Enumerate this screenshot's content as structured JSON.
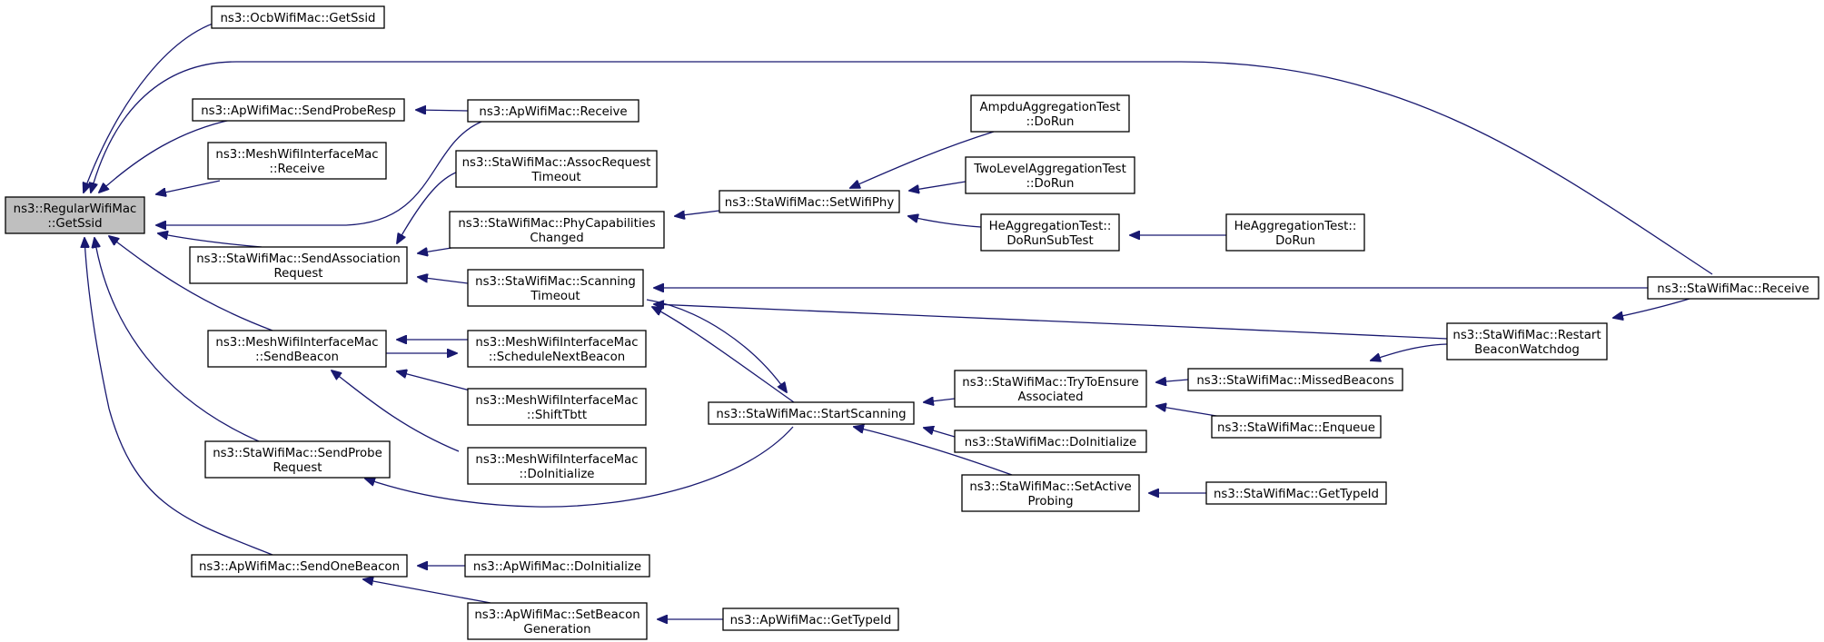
{
  "diagram": {
    "edge_color": "#191970",
    "root_fill": "#bfbfbf",
    "nodes": [
      {
        "id": "n_root",
        "lines": [
          "ns3::RegularWifiMac",
          "::GetSsid"
        ],
        "root": true
      },
      {
        "id": "n_ocb_getssid",
        "lines": [
          "ns3::OcbWifiMac::GetSsid"
        ]
      },
      {
        "id": "n_ap_sendproberesp",
        "lines": [
          "ns3::ApWifiMac::SendProbeResp"
        ]
      },
      {
        "id": "n_ap_receive",
        "lines": [
          "ns3::ApWifiMac::Receive"
        ]
      },
      {
        "id": "n_mesh_receive",
        "lines": [
          "ns3::MeshWifiInterfaceMac",
          "::Receive"
        ]
      },
      {
        "id": "n_sta_assocreqtimeout",
        "lines": [
          "ns3::StaWifiMac::AssocRequest",
          "Timeout"
        ]
      },
      {
        "id": "n_sta_phycapchanged",
        "lines": [
          "ns3::StaWifiMac::PhyCapabilities",
          "Changed"
        ]
      },
      {
        "id": "n_sta_sendassocreq",
        "lines": [
          "ns3::StaWifiMac::SendAssociation",
          "Request"
        ]
      },
      {
        "id": "n_sta_scanningtimeout",
        "lines": [
          "ns3::StaWifiMac::Scanning",
          "Timeout"
        ]
      },
      {
        "id": "n_sta_setwifiphy",
        "lines": [
          "ns3::StaWifiMac::SetWifiPhy"
        ]
      },
      {
        "id": "n_ampdu_dorun",
        "lines": [
          "AmpduAggregationTest",
          "::DoRun"
        ]
      },
      {
        "id": "n_twolevel_dorun",
        "lines": [
          "TwoLevelAggregationTest",
          "::DoRun"
        ]
      },
      {
        "id": "n_he_dorunsubtest",
        "lines": [
          "HeAggregationTest::",
          "DoRunSubTest"
        ]
      },
      {
        "id": "n_he_dorun",
        "lines": [
          "HeAggregationTest::",
          "DoRun"
        ]
      },
      {
        "id": "n_sta_receive",
        "lines": [
          "ns3::StaWifiMac::Receive"
        ]
      },
      {
        "id": "n_sta_restartbeaconwatchdog",
        "lines": [
          "ns3::StaWifiMac::Restart",
          "BeaconWatchdog"
        ]
      },
      {
        "id": "n_mesh_sendbeacon",
        "lines": [
          "ns3::MeshWifiInterfaceMac",
          "::SendBeacon"
        ]
      },
      {
        "id": "n_mesh_schedulenextbeacon",
        "lines": [
          "ns3::MeshWifiInterfaceMac",
          "::ScheduleNextBeacon"
        ]
      },
      {
        "id": "n_mesh_shifttbtt",
        "lines": [
          "ns3::MeshWifiInterfaceMac",
          "::ShiftTbtt"
        ]
      },
      {
        "id": "n_mesh_doinitialize",
        "lines": [
          "ns3::MeshWifiInterfaceMac",
          "::DoInitialize"
        ]
      },
      {
        "id": "n_sta_startscanning",
        "lines": [
          "ns3::StaWifiMac::StartScanning"
        ]
      },
      {
        "id": "n_sta_trytoensureassociated",
        "lines": [
          "ns3::StaWifiMac::TryToEnsure",
          "Associated"
        ]
      },
      {
        "id": "n_sta_missedbeacons",
        "lines": [
          "ns3::StaWifiMac::MissedBeacons"
        ]
      },
      {
        "id": "n_sta_enqueue",
        "lines": [
          "ns3::StaWifiMac::Enqueue"
        ]
      },
      {
        "id": "n_sta_doinitialize",
        "lines": [
          "ns3::StaWifiMac::DoInitialize"
        ]
      },
      {
        "id": "n_sta_setactiveprobing",
        "lines": [
          "ns3::StaWifiMac::SetActive",
          "Probing"
        ]
      },
      {
        "id": "n_sta_gettypeid",
        "lines": [
          "ns3::StaWifiMac::GetTypeId"
        ]
      },
      {
        "id": "n_sta_sendproberequest",
        "lines": [
          "ns3::StaWifiMac::SendProbe",
          "Request"
        ]
      },
      {
        "id": "n_ap_sendonebeacon",
        "lines": [
          "ns3::ApWifiMac::SendOneBeacon"
        ]
      },
      {
        "id": "n_ap_doinitialize",
        "lines": [
          "ns3::ApWifiMac::DoInitialize"
        ]
      },
      {
        "id": "n_ap_setbeacongeneration",
        "lines": [
          "ns3::ApWifiMac::SetBeacon",
          "Generation"
        ]
      },
      {
        "id": "n_ap_gettypeid",
        "lines": [
          "ns3::ApWifiMac::GetTypeId"
        ]
      }
    ],
    "edges": [
      {
        "from": "n_root",
        "to": "n_ocb_getssid"
      },
      {
        "from": "n_root",
        "to": "n_sta_receive"
      },
      {
        "from": "n_root",
        "to": "n_ap_sendproberesp"
      },
      {
        "from": "n_root",
        "to": "n_mesh_receive"
      },
      {
        "from": "n_root",
        "to": "n_ap_receive"
      },
      {
        "from": "n_root",
        "to": "n_sta_sendassocreq"
      },
      {
        "from": "n_root",
        "to": "n_mesh_sendbeacon"
      },
      {
        "from": "n_root",
        "to": "n_sta_sendproberequest"
      },
      {
        "from": "n_root",
        "to": "n_ap_sendonebeacon"
      },
      {
        "from": "n_ap_sendproberesp",
        "to": "n_ap_receive"
      },
      {
        "from": "n_sta_sendassocreq",
        "to": "n_sta_assocreqtimeout"
      },
      {
        "from": "n_sta_sendassocreq",
        "to": "n_sta_phycapchanged"
      },
      {
        "from": "n_sta_sendassocreq",
        "to": "n_sta_scanningtimeout"
      },
      {
        "from": "n_sta_phycapchanged",
        "to": "n_sta_setwifiphy"
      },
      {
        "from": "n_sta_setwifiphy",
        "to": "n_ampdu_dorun"
      },
      {
        "from": "n_sta_setwifiphy",
        "to": "n_twolevel_dorun"
      },
      {
        "from": "n_sta_setwifiphy",
        "to": "n_he_dorunsubtest"
      },
      {
        "from": "n_he_dorunsubtest",
        "to": "n_he_dorun"
      },
      {
        "from": "n_sta_scanningtimeout",
        "to": "n_sta_receive"
      },
      {
        "from": "n_sta_scanningtimeout",
        "to": "n_sta_restartbeaconwatchdog"
      },
      {
        "from": "n_sta_scanningtimeout",
        "to": "n_sta_startscanning"
      },
      {
        "from": "n_sta_startscanning",
        "to": "n_sta_scanningtimeout"
      },
      {
        "from": "n_sta_restartbeaconwatchdog",
        "to": "n_sta_receive"
      },
      {
        "from": "n_mesh_sendbeacon",
        "to": "n_mesh_schedulenextbeacon"
      },
      {
        "from": "n_mesh_schedulenextbeacon",
        "to": "n_mesh_sendbeacon"
      },
      {
        "from": "n_mesh_sendbeacon",
        "to": "n_mesh_shifttbtt"
      },
      {
        "from": "n_mesh_sendbeacon",
        "to": "n_mesh_doinitialize"
      },
      {
        "from": "n_sta_sendproberequest",
        "to": "n_sta_startscanning"
      },
      {
        "from": "n_sta_startscanning",
        "to": "n_sta_trytoensureassociated"
      },
      {
        "from": "n_sta_startscanning",
        "to": "n_sta_doinitialize"
      },
      {
        "from": "n_sta_startscanning",
        "to": "n_sta_setactiveprobing"
      },
      {
        "from": "n_sta_trytoensureassociated",
        "to": "n_sta_missedbeacons"
      },
      {
        "from": "n_sta_trytoensureassociated",
        "to": "n_sta_enqueue"
      },
      {
        "from": "n_sta_missedbeacons",
        "to": "n_sta_restartbeaconwatchdog"
      },
      {
        "from": "n_sta_setactiveprobing",
        "to": "n_sta_gettypeid"
      },
      {
        "from": "n_ap_sendonebeacon",
        "to": "n_ap_doinitialize"
      },
      {
        "from": "n_ap_sendonebeacon",
        "to": "n_ap_setbeacongeneration"
      },
      {
        "from": "n_ap_setbeacongeneration",
        "to": "n_ap_gettypeid"
      }
    ]
  }
}
